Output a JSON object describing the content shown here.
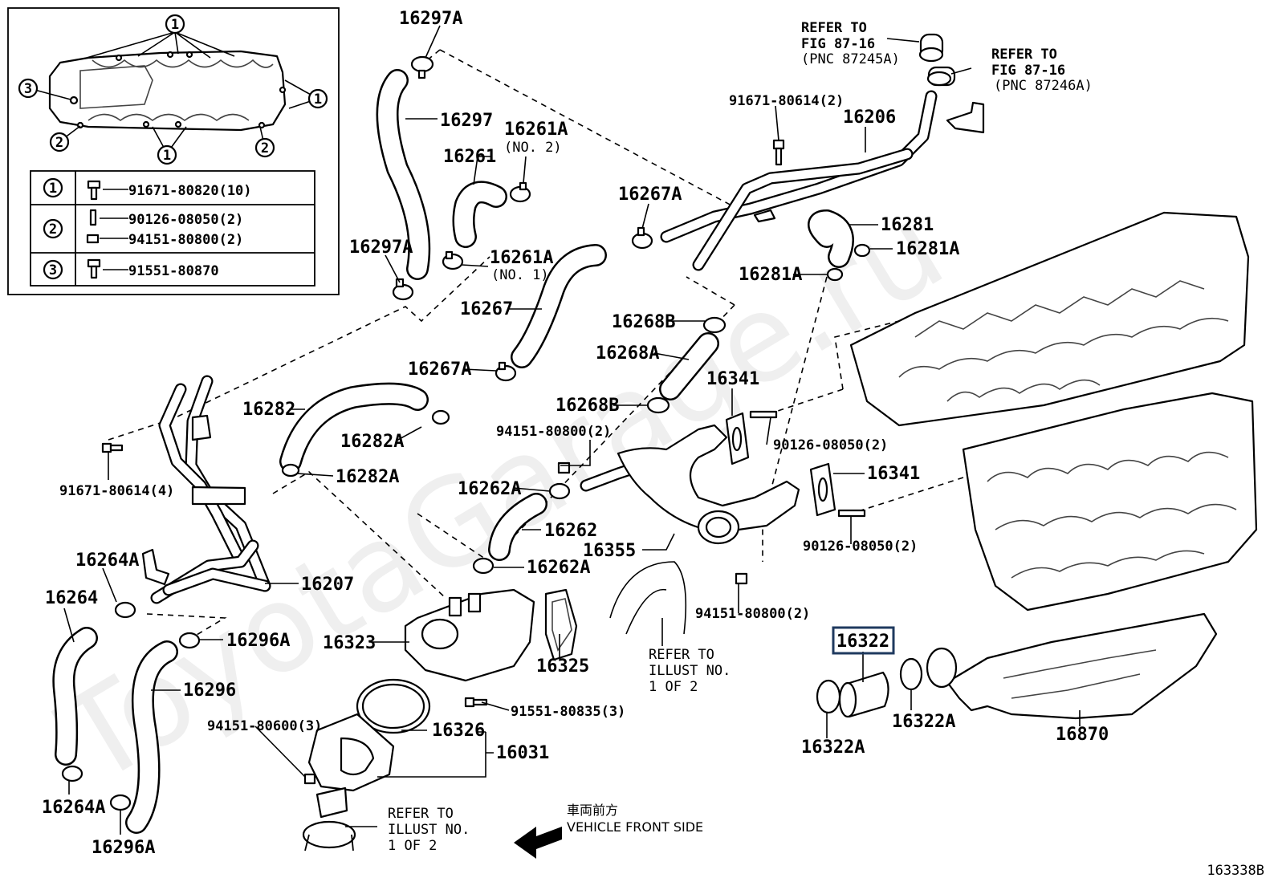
{
  "watermark": "ToyotaGarage.ru",
  "inset": {
    "callouts": [
      "1",
      "1",
      "1",
      "2",
      "2",
      "3"
    ],
    "legend": [
      {
        "num": "1",
        "parts": [
          "91671-80820(10)"
        ]
      },
      {
        "num": "2",
        "parts": [
          "90126-08050(2)",
          "94151-80800(2)"
        ]
      },
      {
        "num": "3",
        "parts": [
          "91551-80870"
        ]
      }
    ]
  },
  "refs": {
    "fig1": {
      "line1": "REFER TO",
      "line2": "FIG 87-16",
      "line3": "(PNC 87245A)"
    },
    "fig2": {
      "line1": "REFER TO",
      "line2": "FIG 87-16",
      "line3": "(PNC 87246A)"
    },
    "illust1": {
      "line1": "REFER TO",
      "line2": "ILLUST NO.",
      "line3": "1 OF 2"
    },
    "illust2": {
      "line1": "REFER TO",
      "line2": "ILLUST NO.",
      "line3": "1 OF 2"
    }
  },
  "labels": {
    "p16297A_top": "16297A",
    "p16297": "16297",
    "p16261": "16261",
    "p16261A_no2": "16261A",
    "no2": "(NO. 2)",
    "p16297A_low": "16297A",
    "p16261A_no1": "16261A",
    "no1": "(NO. 1)",
    "p91671_top": "91671-80614(2)",
    "p16206": "16206",
    "p16267A_top": "16267A",
    "p16281": "16281",
    "p16281A_r": "16281A",
    "p16281A_l": "16281A",
    "p16267": "16267",
    "p16268B_top": "16268B",
    "p16268A": "16268A",
    "p16267A_low": "16267A",
    "p16341_top": "16341",
    "p16282": "16282",
    "p16268B_low": "16268B",
    "p16282A_r": "16282A",
    "p94151_mid": "94151-80800(2)",
    "p90126_top": "90126-08050(2)",
    "p16282A_l": "16282A",
    "p16341_low": "16341",
    "p91671_left": "91671-80614(4)",
    "p16262A_top": "16262A",
    "p16262": "16262",
    "p90126_low": "90126-08050(2)",
    "p16264A_top": "16264A",
    "p16355": "16355",
    "p16262A_low": "16262A",
    "p16207": "16207",
    "p16264": "16264",
    "p94151_low": "94151-80800(2)",
    "p16296A_top": "16296A",
    "p16323": "16323",
    "p16322": "16322",
    "p16325": "16325",
    "p16296": "16296",
    "p91551": "91551-80835(3)",
    "p16322A_r": "16322A",
    "p94151_80600": "94151-80600(3)",
    "p16326": "16326",
    "p16870": "16870",
    "p16031": "16031",
    "p16322A_l": "16322A",
    "p16264A_low": "16264A",
    "p16296A_low": "16296A"
  },
  "direction": {
    "jp": "車両前方",
    "en": "VEHICLE FRONT SIDE"
  },
  "figure_id": "163338B",
  "highlight_color": "#1f3a5f"
}
